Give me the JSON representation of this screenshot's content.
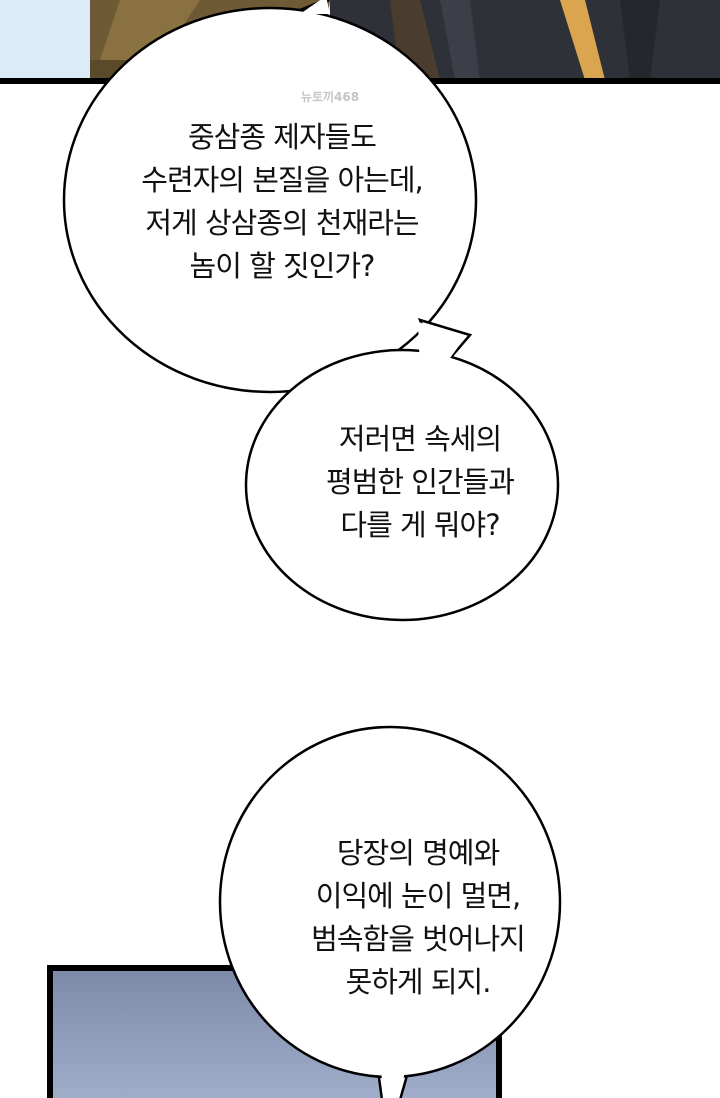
{
  "watermark": "뉴토끼468",
  "bubbles": [
    {
      "lines": [
        "중삼종 제자들도",
        "수련자의 본질을 아는데,",
        "저게 상삼종의 천재라는",
        "놈이 할 짓인가?"
      ]
    },
    {
      "lines": [
        "저러면 속세의",
        "평범한 인간들과",
        "다를 게 뭐야?"
      ]
    },
    {
      "lines": [
        "당장의 명예와",
        "이익에 눈이 멀면,",
        "범속함을 벗어나지",
        "못하게 되지."
      ]
    }
  ],
  "colors": {
    "sky": "#dcebf8",
    "robe_gold": "#d9a54e",
    "robe_dark": "#2f3138",
    "panel_blue": "#8e9cbc"
  }
}
